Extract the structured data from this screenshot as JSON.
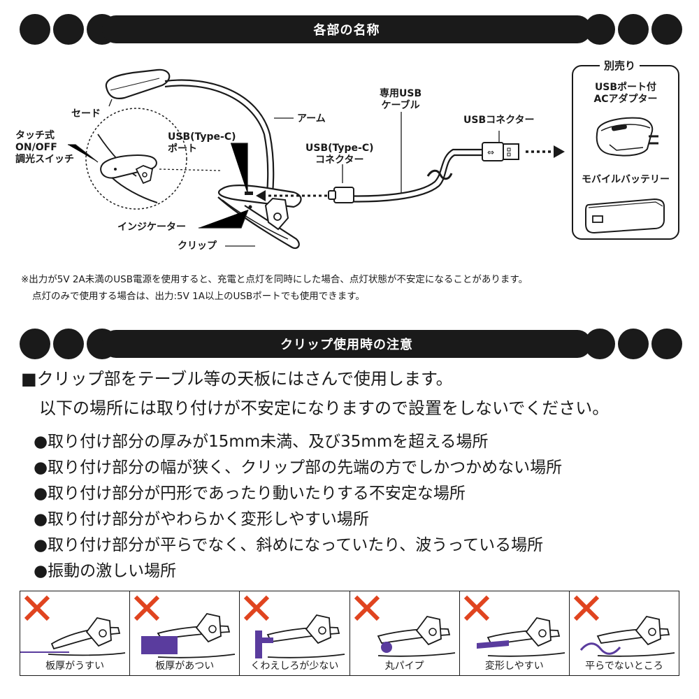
{
  "section1": {
    "title": "各部の名称"
  },
  "diagram": {
    "labels": {
      "shade": "セード",
      "arm": "アーム",
      "touch_switch": "タッチ式\nON/OFF\n調光スイッチ",
      "usb_port": "USB(Type-C)\nポート",
      "cable": "専用USB\nケーブル",
      "usb_c_connector": "USB(Type-C)\nコネクター",
      "usb_connector": "USBコネクター",
      "indicator": "インジケーター",
      "clip": "クリップ"
    },
    "sold_separately": {
      "title": "別売り",
      "ac_adapter": "USBポート付\nACアダプター",
      "battery": "モバイルバッテリー"
    }
  },
  "notes": [
    "※出力が5V 2A未満のUSB電源を使用すると、充電と点灯を同時にした場合、点灯状態が不安定になることがあります。",
    "点灯のみで使用する場合は、出力:5V 1A以上のUSBポートでも使用できます。"
  ],
  "section2": {
    "title": "クリップ使用時の注意"
  },
  "caution": {
    "lead1": "■クリップ部をテーブル等の天板にはさんで使用します。",
    "lead2": "以下の場所には取り付けが不安定になりますので設置をしないでください。",
    "bullets": [
      "●取り付け部分の厚みが15mm未満、及び35mmを超える場所",
      "●取り付け部分の幅が狭く、クリップ部の先端の方でしかつかめない場所",
      "●取り付け部分が円形であったり動いたりする不安定な場所",
      "●取り付け部分がやわらかく変形しやすい場所",
      "●取り付け部分が平らでなく、斜めになっていたり、波うっている場所",
      "●振動の激しい場所"
    ]
  },
  "examples": [
    {
      "caption": "板厚がうすい"
    },
    {
      "caption": "板厚があつい"
    },
    {
      "caption": "くわえしろが少ない"
    },
    {
      "caption": "丸パイプ"
    },
    {
      "caption": "変形しやすい"
    },
    {
      "caption": "平らでないところ"
    }
  ],
  "colors": {
    "accent": "#5a3c9e",
    "cross": "#e0441f",
    "ink": "#1a1a1a"
  },
  "icons": [
    "cross-icon",
    "arrow-right-icon",
    "arrow-left-icon",
    "usb-icon"
  ]
}
